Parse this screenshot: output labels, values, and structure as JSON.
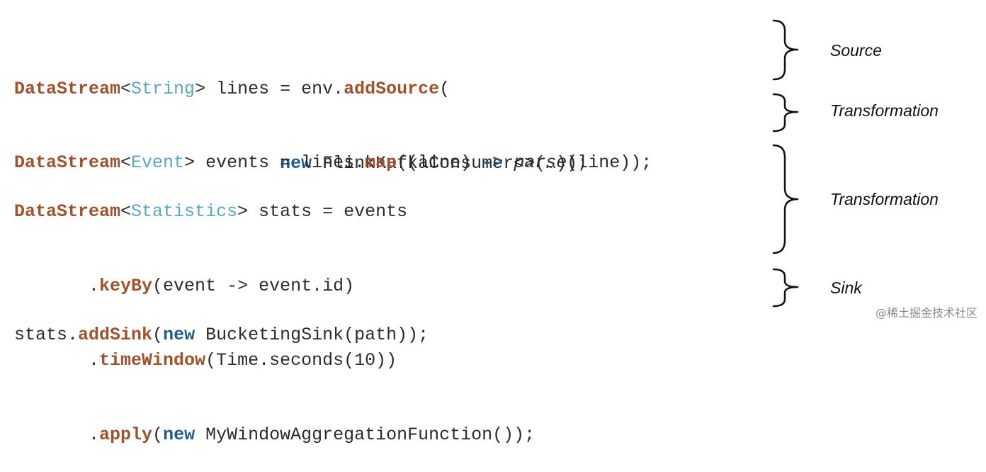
{
  "blocks": [
    {
      "label": "Source",
      "lines": [
        {
          "ident": "DataStream",
          "type": "String",
          "rest": " lines = env.",
          "method": "addSource",
          "tail": "("
        },
        {
          "indent": "                         ",
          "new_kw": "new",
          "rest": " FlinkKafkaConsumer<>(…));"
        }
      ]
    },
    {
      "label": "Transformation",
      "lines": [
        {
          "ident": "DataStream",
          "type": "Event",
          "rest": " events = lines.",
          "method": "map",
          "mid": "((line) ",
          "arrow": "->",
          "space": " ",
          "call": "parse",
          "tail": "(line));"
        }
      ]
    },
    {
      "label": "Transformation",
      "lines": [
        {
          "ident": "DataStream",
          "type": "Statistics",
          "rest": " stats = events"
        },
        {
          "indent": "       .",
          "method": "keyBy",
          "tail": "(event -> event.id)"
        },
        {
          "indent": "       .",
          "method": "timeWindow",
          "tail": "(Time.seconds(10))"
        },
        {
          "indent": "       .",
          "method": "apply",
          "paren": "(",
          "new_kw": "new",
          "tail": " MyWindowAggregationFunction());"
        }
      ]
    },
    {
      "label": "Sink",
      "lines": [
        {
          "obj": "stats.",
          "method": "addSink",
          "paren": "(",
          "new_kw": "new",
          "tail": " BucketingSink(path));"
        }
      ]
    }
  ],
  "watermark": "@稀土掘金技术社区",
  "colors": {
    "keyword": "#a0522d",
    "generic_type": "#5aa7c0",
    "new_keyword": "#1f5a8c",
    "text": "#2b2b2b"
  }
}
